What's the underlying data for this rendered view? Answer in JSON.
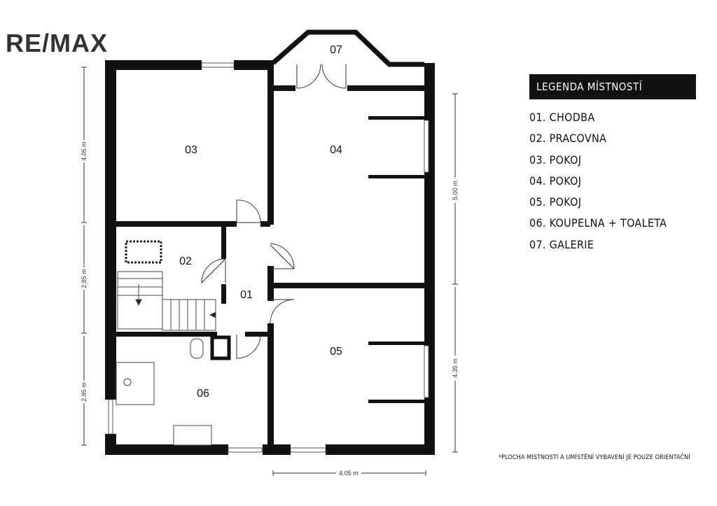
{
  "brand": {
    "logo_text": "RE/MAX"
  },
  "rooms": [
    {
      "id": "01"
    },
    {
      "id": "02"
    },
    {
      "id": "03"
    },
    {
      "id": "04"
    },
    {
      "id": "05"
    },
    {
      "id": "06"
    },
    {
      "id": "07"
    }
  ],
  "dimensions": {
    "left_top": "4.05 m",
    "left_middle": "2.85 m",
    "left_bottom": "2.85 m",
    "right_top": "5.00 m",
    "right_bottom": "4.35 m",
    "bottom": "4.05 m"
  },
  "legend": {
    "title": "LEGENDA MÍSTNOSTÍ",
    "items": [
      "01. CHODBA",
      "02. PRACOVNA",
      "03. POKOJ",
      "04. POKOJ",
      "05. POKOJ",
      "06. KOUPELNA + TOALETA",
      "07. GALERIE"
    ]
  },
  "footnote": "*PLOCHA MÍSTNOSTÍ  A UMÍSTĚNÍ VYBAVENÍ JE POUZE ORIENTAČNÍ",
  "colors": {
    "wall": "#111111",
    "legend_bg": "#111111",
    "legend_text": "#ffffff"
  }
}
